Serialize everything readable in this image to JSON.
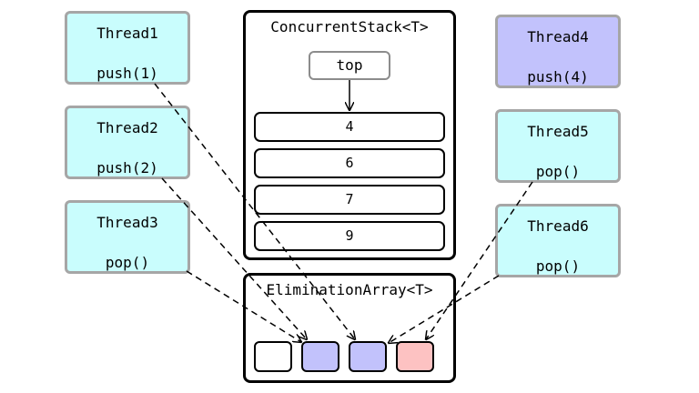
{
  "colors": {
    "thread_cyan": "#c9fdfd",
    "thread_purple": "#c2c2fc",
    "slot_empty": "#ffffff",
    "slot_purple": "#c2c2fc",
    "slot_pink": "#fdc2c2"
  },
  "threads": [
    {
      "name": "Thread1",
      "op": "push(1)"
    },
    {
      "name": "Thread2",
      "op": "push(2)"
    },
    {
      "name": "Thread3",
      "op": "pop()"
    },
    {
      "name": "Thread4",
      "op": "push(4)"
    },
    {
      "name": "Thread5",
      "op": "pop()"
    },
    {
      "name": "Thread6",
      "op": "pop()"
    }
  ],
  "stack": {
    "title": "ConcurrentStack<T>",
    "top_label": "top",
    "items": [
      "4",
      "6",
      "7",
      "9"
    ]
  },
  "elimination": {
    "title": "EliminationArray<T>"
  }
}
